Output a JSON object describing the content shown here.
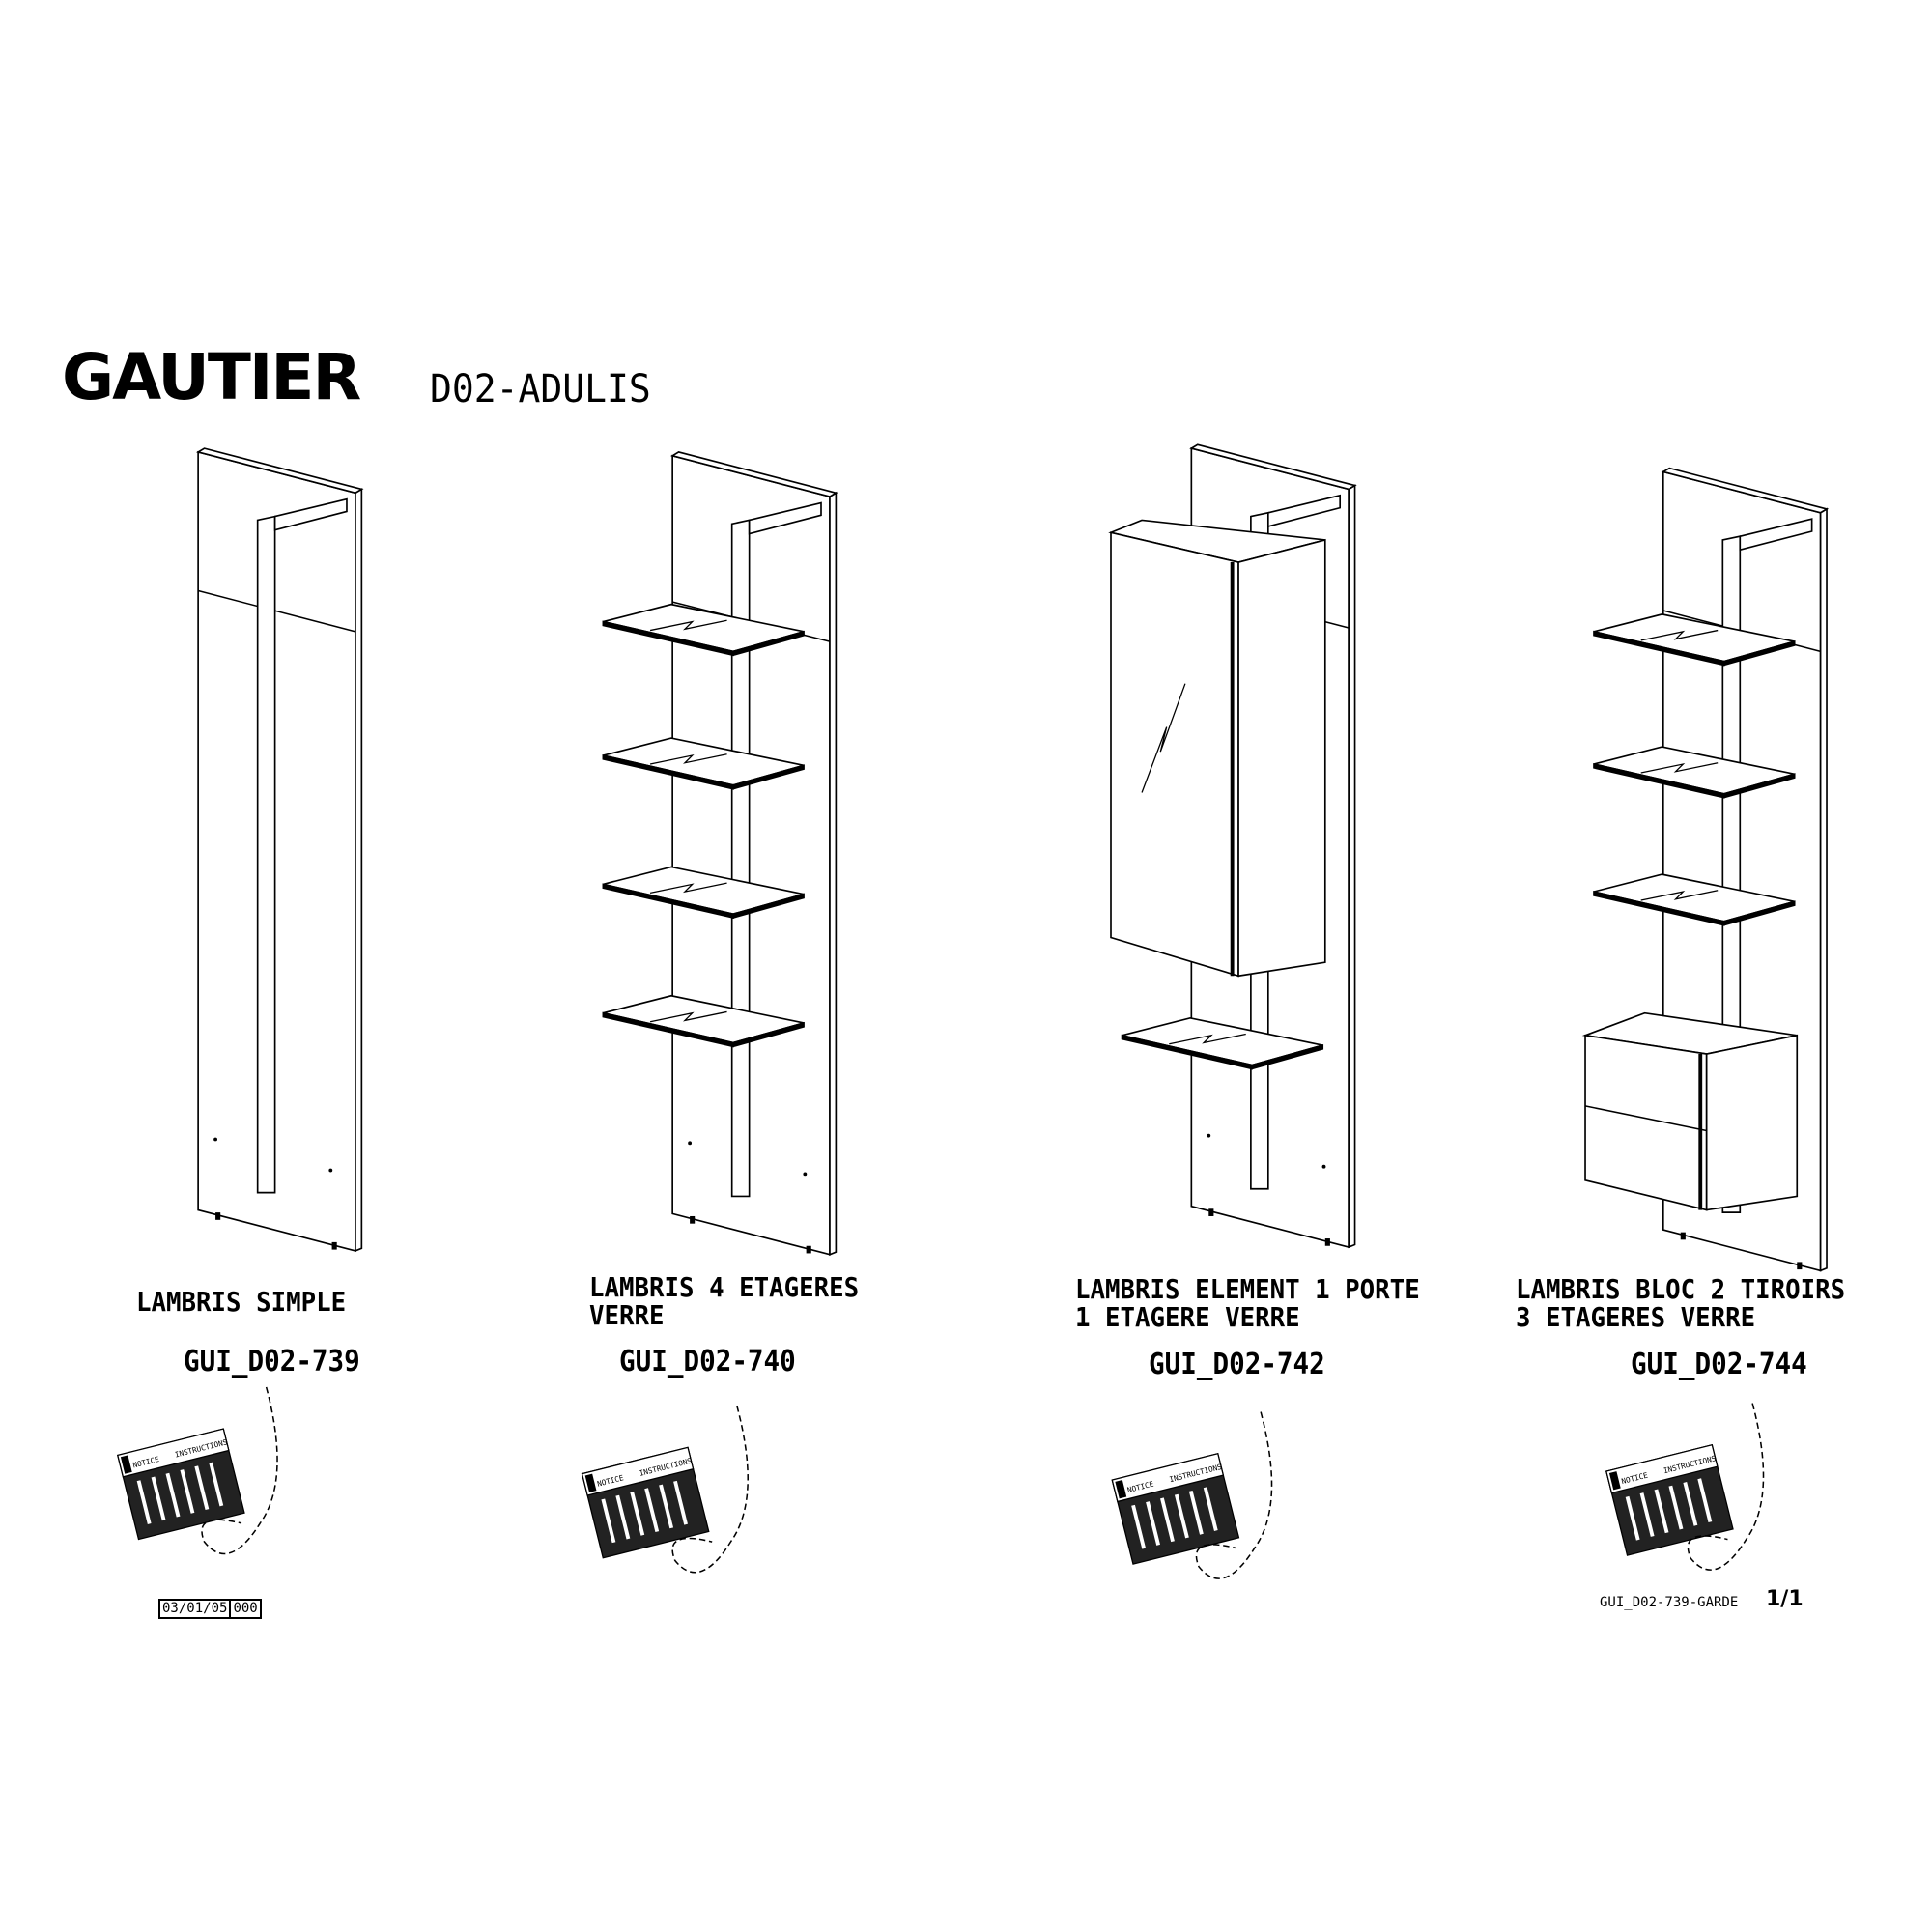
{
  "header": {
    "brand": "GAUTIER",
    "model": "D02-ADULIS"
  },
  "units": [
    {
      "label_lines": [
        "LAMBRIS SIMPLE"
      ],
      "code": "GUI_D02-739",
      "shelves": 0,
      "type": "simple"
    },
    {
      "label_lines": [
        "LAMBRIS 4 ETAGERES",
        "VERRE"
      ],
      "code": "GUI_D02-740",
      "shelves": 4,
      "type": "shelves"
    },
    {
      "label_lines": [
        "LAMBRIS ELEMENT 1 PORTE",
        "1 ETAGERE VERRE"
      ],
      "code": "GUI_D02-742",
      "shelves": 1,
      "type": "door"
    },
    {
      "label_lines": [
        "LAMBRIS BLOC 2 TIROIRS",
        "3 ETAGERES VERRE"
      ],
      "code": "GUI_D02-744",
      "shelves": 3,
      "type": "drawers"
    }
  ],
  "booklet": {
    "left_word": "NOTICE",
    "right_word": "INSTRUCTIONS"
  },
  "footer": {
    "date": "03/01/05",
    "revision": "000",
    "reference": "GUI_D02-739-GARDE",
    "page": "1/1"
  }
}
